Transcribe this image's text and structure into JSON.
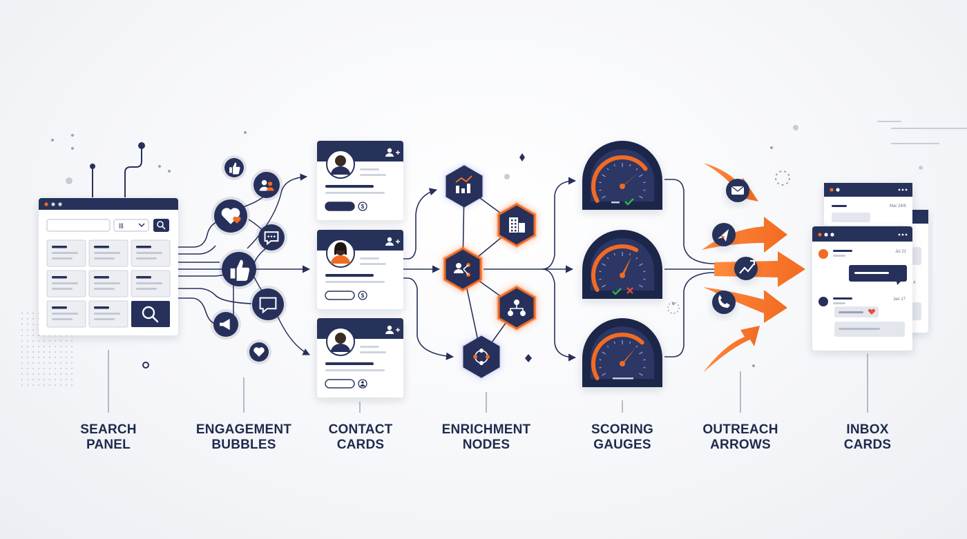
{
  "colors": {
    "navy": "#26305a",
    "navy_dark": "#1e2749",
    "orange": "#f26b22",
    "green": "#35b34a",
    "red": "#e8503a",
    "card_bg": "#ffffff",
    "placeholder": "#dfe3ea"
  },
  "stages": [
    {
      "line1": "SEARCH",
      "line2": "PANEL"
    },
    {
      "line1": "ENGAGEMENT",
      "line2": "BUBBLES"
    },
    {
      "line1": "CONTACT",
      "line2": "CARDS"
    },
    {
      "line1": "ENRICHMENT",
      "line2": "NODES"
    },
    {
      "line1": "SCORING",
      "line2": "GAUGES"
    },
    {
      "line1": "OUTREACH",
      "line2": "ARROWS"
    },
    {
      "line1": "INBOX",
      "line2": "CARDS"
    }
  ],
  "search_panel": {
    "dropdown_glyph": "lll",
    "icons": [
      "search-icon",
      "chevron-down-icon"
    ]
  },
  "engagement_bubbles": {
    "icons": [
      "thumbs-up-icon",
      "users-icon",
      "heart-icon",
      "comment-icon",
      "thumbs-up-icon",
      "chat-icon",
      "megaphone-icon",
      "heart-icon"
    ]
  },
  "contact_cards": {
    "icons": [
      "add-user-icon",
      "dollar-icon",
      "user-avatar-icon"
    ]
  },
  "enrichment_nodes": {
    "icons": [
      "chart-icon",
      "building-icon",
      "network-icon",
      "hierarchy-icon",
      "ring-icon"
    ]
  },
  "scoring_gauges": {
    "levels": [
      0.72,
      0.62,
      0.68
    ],
    "marks": [
      "check-icon",
      "cross-icon"
    ]
  },
  "outreach": {
    "icons": [
      "mail-icon",
      "send-icon",
      "trend-icon",
      "phone-icon"
    ]
  },
  "inbox": {
    "back_card_date": "Mar 24/6",
    "message_dates": [
      "Jul 21",
      "Jan 17"
    ],
    "side_card_date": "4"
  }
}
